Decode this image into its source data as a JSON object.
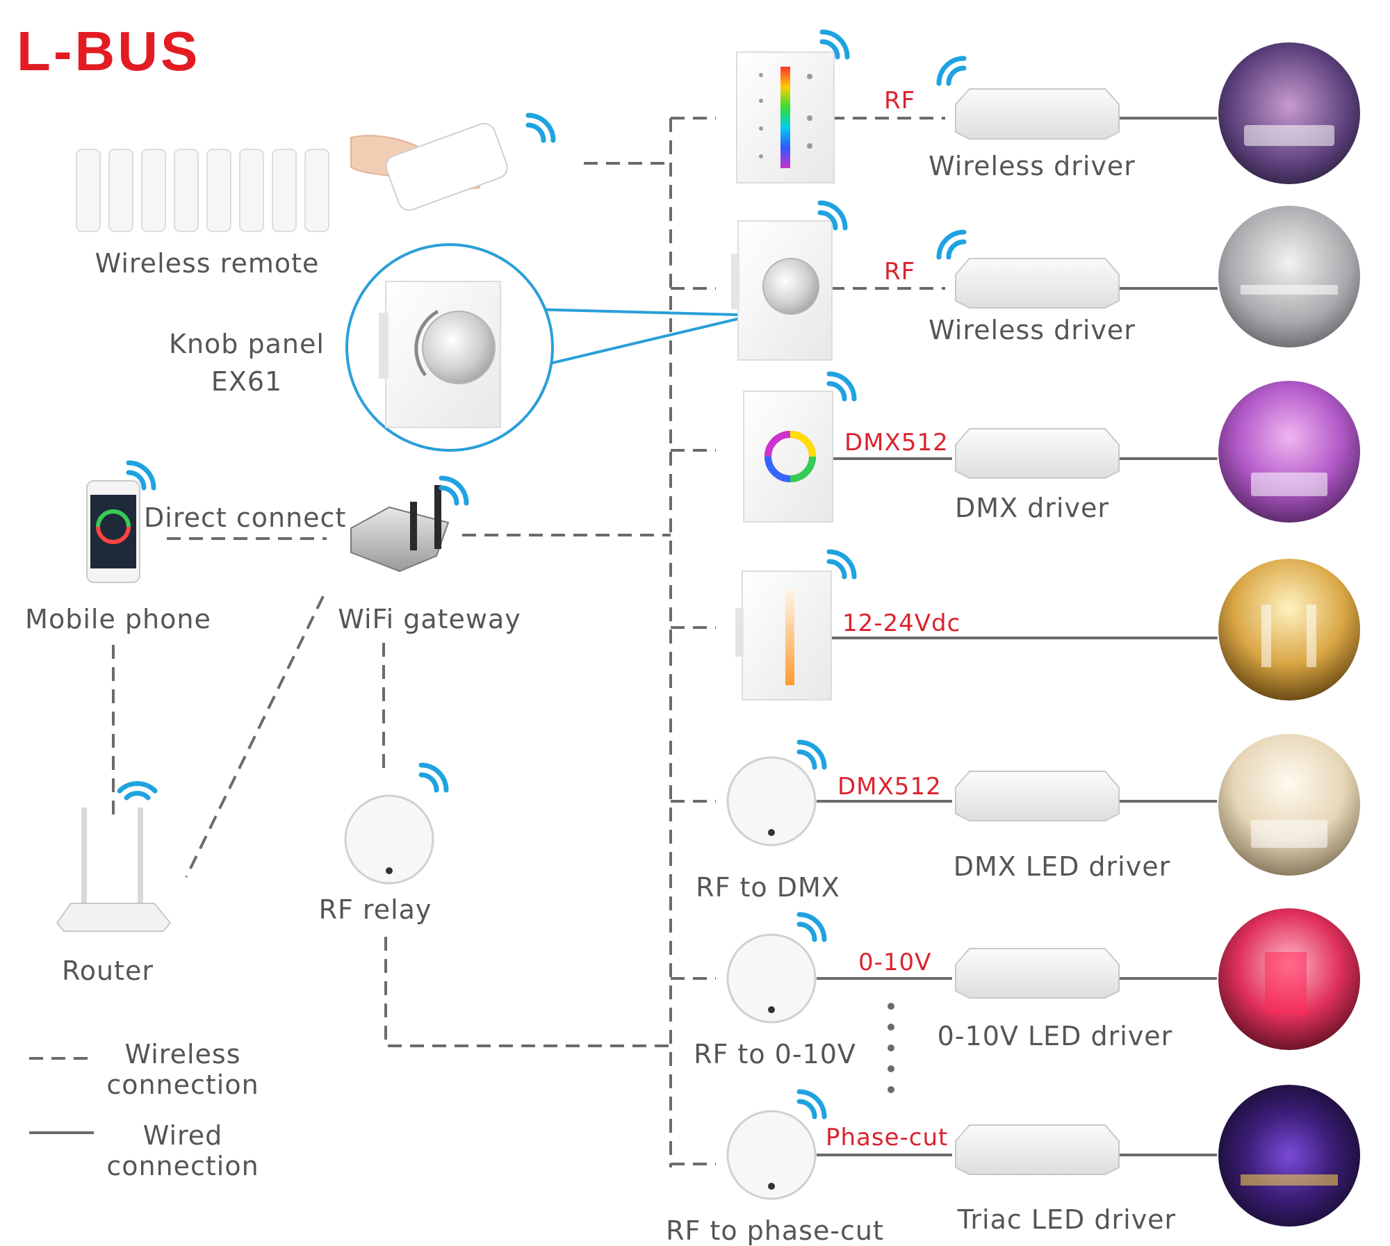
{
  "logo": "L-BUS",
  "devices": {
    "wireless_remote": "Wireless remote",
    "knob_panel_line1": "Knob panel",
    "knob_panel_line2": "EX61",
    "mobile_phone": "Mobile phone",
    "direct_connect": "Direct connect",
    "wifi_gateway": "WiFi gateway",
    "router": "Router",
    "rf_relay": "RF relay",
    "rf_to_dmx": "RF to DMX",
    "rf_to_010v": "RF to 0-10V",
    "rf_to_phasecut": "RF to phase-cut"
  },
  "signals": {
    "rf_1": "RF",
    "rf_2": "RF",
    "dmx_1": "DMX512",
    "vdc": "12-24Vdc",
    "dmx_2": "DMX512",
    "v010": "0-10V",
    "phasecut": "Phase-cut"
  },
  "drivers": {
    "wireless_1": "Wireless driver",
    "wireless_2": "Wireless driver",
    "dmx": "DMX driver",
    "dmx_led": "DMX LED driver",
    "v010_led": "0-10V LED driver",
    "triac_led": "Triac LED driver"
  },
  "legend": {
    "wireless_line1": "Wireless",
    "wireless_line2": "connection",
    "wired_line1": "Wired",
    "wired_line2": "connection"
  },
  "colors": {
    "brand_red": "#e31b23",
    "signal_red": "#d9232d",
    "line_gray": "#6b6b6b",
    "wifi_blue": "#1fa3e0",
    "callout_blue": "#2a9fd8",
    "text_gray": "#555555"
  }
}
